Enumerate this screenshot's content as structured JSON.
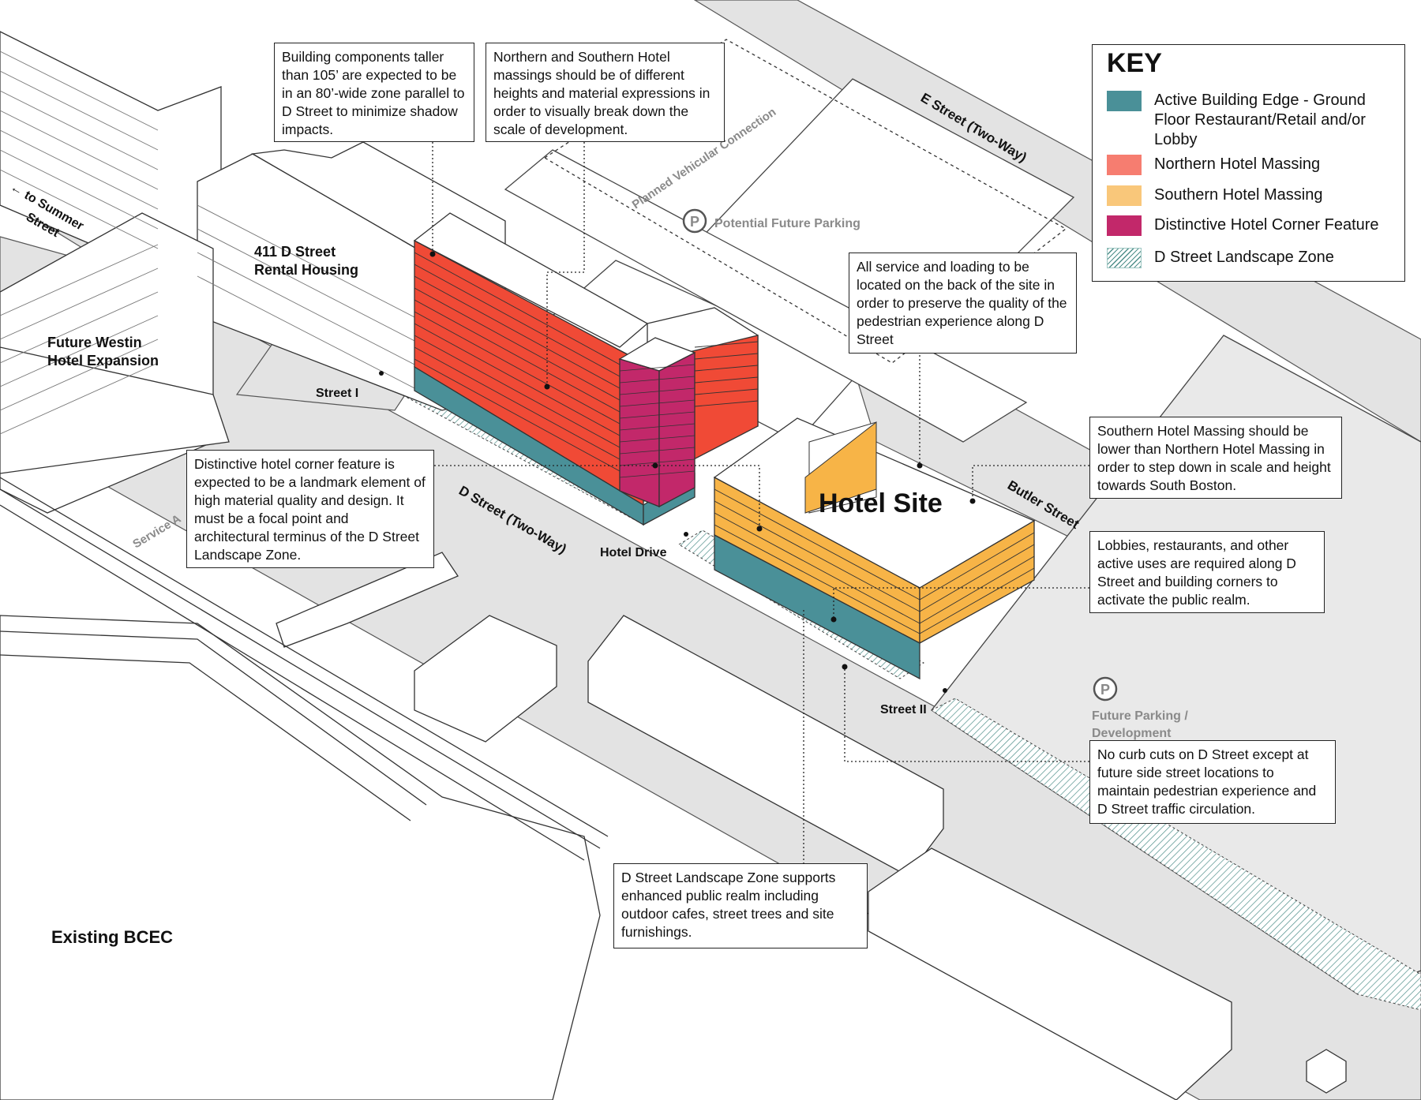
{
  "colors": {
    "active_edge": "#4a9098",
    "northern": "#f04a36",
    "southern": "#f7b447",
    "corner": "#c2286a",
    "landscape": "#4f8f8a",
    "street": "#e3e3e3"
  },
  "key": {
    "title": "KEY",
    "items": [
      {
        "label": "Active Building Edge - Ground Floor Restaurant/Retail and/or Lobby",
        "swatch": "active_edge"
      },
      {
        "label": "Northern Hotel Massing",
        "swatch": "northern"
      },
      {
        "label": "Southern Hotel Massing",
        "swatch": "southern"
      },
      {
        "label": "Distinctive Hotel Corner Feature",
        "swatch": "corner"
      },
      {
        "label": "D Street Landscape Zone",
        "swatch": "landscape-hatch"
      }
    ]
  },
  "notes": {
    "tall_components": "Building components taller than 105’ are expected to be in an 80’-wide zone parallel to D Street to minimize shadow impacts.",
    "massing_heights": "Northern and Southern Hotel massings should be of different heights and material expressions in order to visually break down the scale of development.",
    "service_loading": "All service and loading to be located on the back of the site in order to preserve the quality of the pedestrian experience along D Street",
    "southern_lower": "Southern Hotel Massing should be lower than Northern Hotel Massing in order to step down in scale and height towards South Boston.",
    "corner_feature": "Distinctive hotel corner feature is expected to be a landmark element of high material quality and design. It must be a focal point and architectural terminus of the D Street Landscape Zone.",
    "active_uses": "Lobbies, restaurants, and other active uses are required along D Street and building corners to activate the public realm.",
    "curb_cuts": "No curb cuts on D Street except at future side street locations to maintain pedestrian experience and D Street traffic circulation.",
    "landscape_zone": "D Street Landscape Zone supports enhanced public realm including outdoor cafes, street trees and site furnishings."
  },
  "labels": {
    "hotel_site": "Hotel Site",
    "rental_housing_1": "411 D Street",
    "rental_housing_2": "Rental Housing",
    "westin_1": "Future Westin",
    "westin_2": "Hotel Expansion",
    "street_i": "Street I",
    "street_ii": "Street II",
    "hotel_drive": "Hotel Drive",
    "d_street": "D Street (Two-Way)",
    "e_street": "E Street (Two-Way)",
    "butler_street": "Butler Street",
    "to_summer_1": "← to Summer",
    "to_summer_2": "Street",
    "service_ave": "Service A",
    "planned_vehicular": "Planned Vehicular Connection",
    "potential_parking": "Potential Future Parking",
    "future_parking_1": "Future Parking /",
    "future_parking_2": "Development",
    "existing_bcec": "Existing BCEC",
    "parking_symbol": "P"
  }
}
